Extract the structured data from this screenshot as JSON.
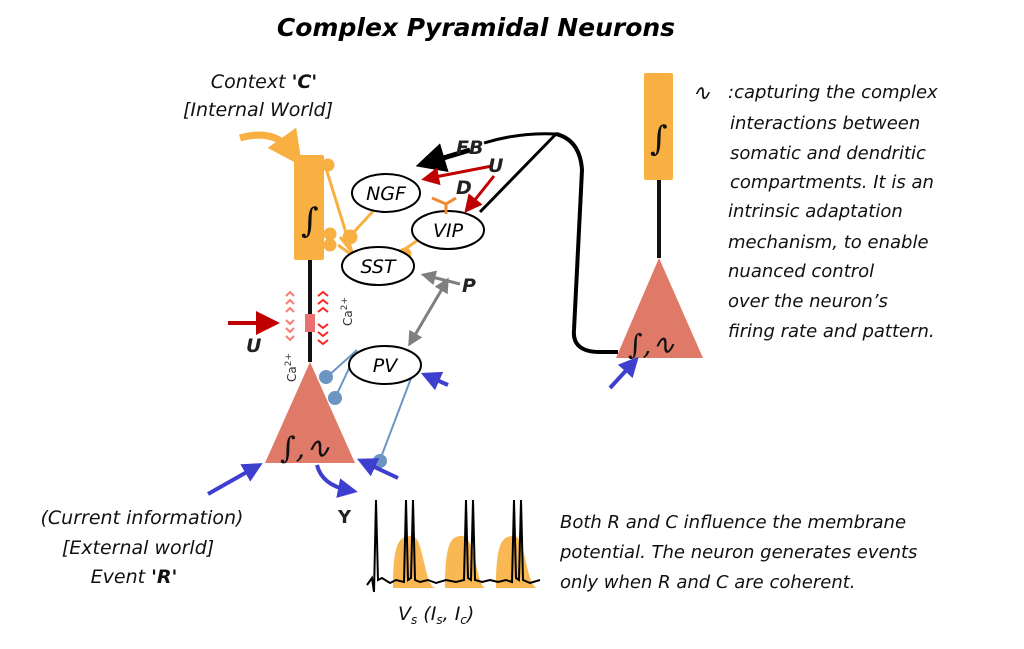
{
  "title": "Complex Pyramidal Neurons",
  "context_label": {
    "line1_prefix": "Context ",
    "line1_bold": "'C'",
    "line2": "[Internal World]"
  },
  "event_label": {
    "line1": "(Current information)",
    "line2": "[External world]",
    "line3_prefix": "Event ",
    "line3_bold": "'R'"
  },
  "interneurons": {
    "ngf": "NGF",
    "vip": "VIP",
    "sst": "SST",
    "pv": "PV"
  },
  "signal_labels": {
    "fb": "FB",
    "u_top": "U",
    "d": "D",
    "p": "P",
    "u_left": "U",
    "y": "Y"
  },
  "ion_labels": {
    "ca_left": "Ca2+",
    "ca_right": "Ca2+"
  },
  "neuron_symbols": {
    "integral": "∫",
    "soma": "∫,∿",
    "wave": "∿"
  },
  "trace_label": {
    "v": "V",
    "v_sub": "s",
    "open": " (",
    "i1": "I",
    "i1_sub": "s",
    "comma": ", ",
    "i2": "I",
    "i2_sub": "c",
    "close": ")"
  },
  "legend_text": {
    "symbol": "∿",
    "lines": [
      ":capturing the complex",
      "interactions between",
      "somatic and dendritic",
      "compartments. It is an",
      "intrinsic adaptation",
      "mechanism, to enable",
      "nuanced control",
      "over the neuron’s",
      "firing rate and pattern."
    ]
  },
  "coherence_text": {
    "lines": [
      "Both R and C influence the membrane",
      "potential. The neuron generates events",
      "only when R and C are coherent."
    ]
  },
  "colors": {
    "dendrite_orange": "#F9B042",
    "soma_salmon": "#E07A68",
    "red_arrow": "#C00000",
    "blue_arrow": "#3F3FCF",
    "pv_blue": "#6C95C3",
    "gray_arrow": "#7F7F7F",
    "ca_light": "#F08070",
    "ca_red": "#FF2020",
    "d_orange": "#F08A30"
  }
}
